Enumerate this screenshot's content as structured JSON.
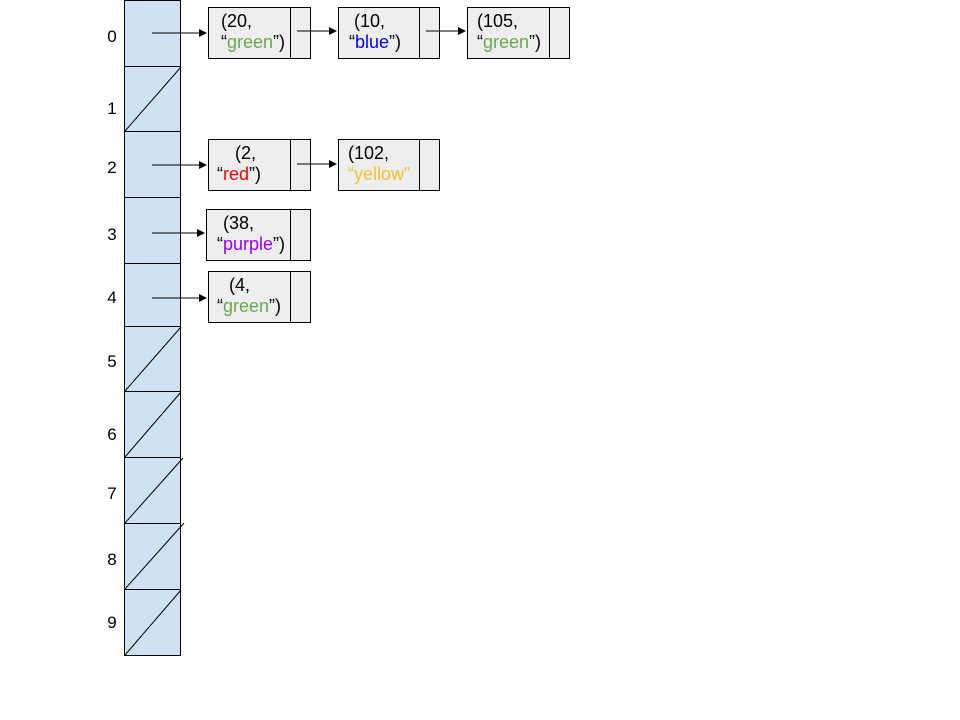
{
  "indices": [
    "0",
    "1",
    "2",
    "3",
    "4",
    "5",
    "6",
    "7",
    "8",
    "9"
  ],
  "empty_slot_indices": [
    1,
    5,
    6,
    7,
    8,
    9
  ],
  "colors": {
    "slot_fill": "#cfe2f3",
    "node_fill": "#eeeeee",
    "green": "#6aa84f",
    "blue": "#0000ff",
    "red": "#ff0000",
    "yellow": "#f1c232",
    "purple": "#9900ff"
  },
  "nodes": [
    {
      "key": "(20,",
      "open": "“",
      "color_word": "green",
      "close": "”)",
      "color": "#6aa84f"
    },
    {
      "key": "(10,",
      "open": "“",
      "color_word": "blue",
      "close": "”)",
      "color": "#0000ff"
    },
    {
      "key": "(105,",
      "open": "“",
      "color_word": "green",
      "close": "”)",
      "color": "#6aa84f"
    },
    {
      "key": "(2,",
      "open": "“",
      "color_word": "red",
      "close": "”)",
      "color": "#ff0000"
    },
    {
      "key": "(102,",
      "open": "“",
      "color_word": "yellow",
      "close": "”",
      "color": "#f1c232"
    },
    {
      "key": "(38,",
      "open": "“",
      "color_word": "purple",
      "close": "”)",
      "color": "#9900ff"
    },
    {
      "key": "(4,",
      "open": "“",
      "color_word": "green",
      "close": "”)",
      "color": "#6aa84f"
    }
  ]
}
